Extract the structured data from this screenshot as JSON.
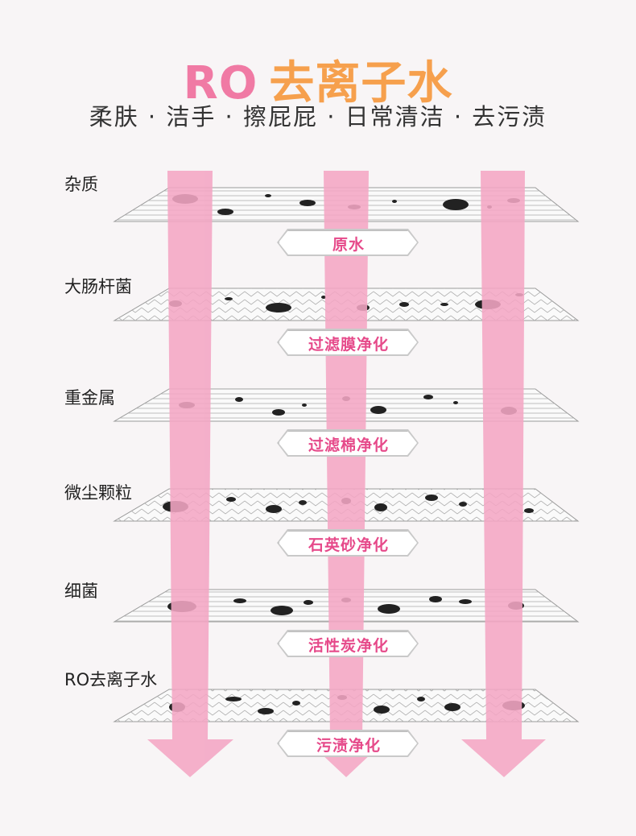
{
  "title": {
    "ro": "RO",
    "cn": "去离子水"
  },
  "subtitle": "柔肤 · 洁手 · 擦屁屁 · 日常清洁 · 去污渍",
  "layers": [
    {
      "label": "杂质",
      "stage": "原水"
    },
    {
      "label": "大肠杆菌",
      "stage": "过滤膜净化"
    },
    {
      "label": "重金属",
      "stage": "过滤棉净化"
    },
    {
      "label": "微尘颗粒",
      "stage": "石英砂净化"
    },
    {
      "label": "细菌",
      "stage": "活性炭净化"
    },
    {
      "label": "RO去离子水",
      "stage": "污渍净化"
    }
  ],
  "colors": {
    "pink": "#f07aa4",
    "orange": "#f6a04d",
    "arrow": "#f4a6c4",
    "badge_text": "#e64a8a"
  }
}
